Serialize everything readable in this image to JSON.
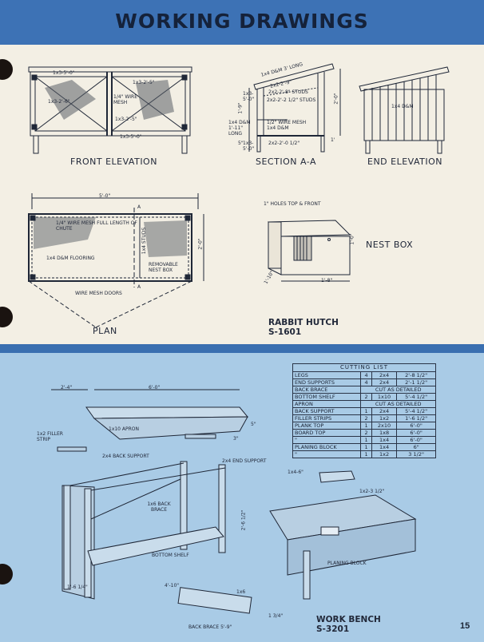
{
  "header": {
    "title": "WORKING DRAWINGS"
  },
  "rabbit_hutch": {
    "front_elevation": {
      "caption": "FRONT ELEVATION",
      "labels": [
        "1x3-5'-0\"",
        "1x3-2'-5\"",
        "1/4\" WIRE MESH",
        "1x3-2'-6\"",
        "1x3-2'-5\"",
        "1x3-5'-0\""
      ]
    },
    "section": {
      "caption": "SECTION A-A",
      "labels": [
        "1x4 D&M 3' LONG",
        "2x2-2'-9\"",
        "2x2-2'-8\" STUDS",
        "2x2-2'-2 1/2\" STUDS",
        "1x3-5'-0\"",
        "1'-9\"",
        "1x4 D&M 1'-11\" LONG",
        "1/2\" WIRE MESH 1x4 D&M",
        "2'-0\"",
        "2x2-2'-0 1/2\"",
        "1x3-5'-0\"",
        "5\"",
        "1'"
      ]
    },
    "end_elevation": {
      "caption": "END ELEVATION",
      "labels": [
        "1x4 D&M"
      ]
    },
    "plan": {
      "caption": "PLAN",
      "labels": [
        "5'-0\"",
        "1/4\" WIRE MESH FULL LENGTH OF CHUTE",
        "1x4 D&M FLOORING",
        "2'-0\"",
        "1x4 STUDS",
        "REMOVABLE NEST BOX",
        "WIRE MESH DOORS",
        "A",
        "A"
      ]
    },
    "nest_box": {
      "caption": "NEST BOX",
      "labels": [
        "1\" HOLES TOP & FRONT",
        "1'-0\"",
        "1'-8\"",
        "1'-10\""
      ]
    },
    "title": "RABBIT HUTCH",
    "number": "S-1601"
  },
  "work_bench": {
    "labels": [
      "2'-4\"",
      "6'-0\"",
      "1x2 FILLER STRIP",
      "1x10 APRON",
      "5\"",
      "3\"",
      "2x4 BACK SUPPORT",
      "2x4 END SUPPORT",
      "1x6 BACK BRACE",
      "2'-6 1/2\"",
      "BOTTOM SHELF",
      "1'-6 1/4\"",
      "4'-10\"",
      "1x6",
      "1 3/4\"",
      "BACK BRACE 5'-9\"",
      "1x4-6\"",
      "1x2-3 1/2\"",
      "PLANING BLOCK"
    ],
    "cutting_list": {
      "title": "CUTTING LIST",
      "rows": [
        [
          "LEGS",
          "4",
          "2x4",
          "2'-8 1/2\""
        ],
        [
          "END SUPPORTS",
          "4",
          "2x4",
          "2'-1 1/2\""
        ],
        [
          "BACK BRACE",
          "CUT AS DETAILED",
          "",
          ""
        ],
        [
          "BOTTOM SHELF",
          "2",
          "1x10",
          "5'-4 1/2\""
        ],
        [
          "APRON",
          "CUT AS DETAILED",
          "",
          ""
        ],
        [
          "BACK SUPPORT",
          "1",
          "2x4",
          "5'-4 1/2\""
        ],
        [
          "FILLER STRIPS",
          "2",
          "1x2",
          "1'-6 1/2\""
        ],
        [
          "PLANK TOP",
          "1",
          "2x10",
          "6'-0\""
        ],
        [
          "BOARD TOP",
          "2",
          "1x8",
          "6'-0\""
        ],
        [
          "\"",
          "1",
          "1x4",
          "6'-0\""
        ],
        [
          "PLANING BLOCK",
          "1",
          "1x4",
          "6\""
        ],
        [
          "\"",
          "1",
          "1x2",
          "3 1/2\""
        ]
      ]
    },
    "title": "WORK BENCH",
    "number": "S-3201"
  },
  "page_number": "15",
  "colors": {
    "header_blue": "#3d72b5",
    "panel_blue": "#a9cbe6",
    "paper": "#f1ede2",
    "ink": "#1d2533"
  }
}
